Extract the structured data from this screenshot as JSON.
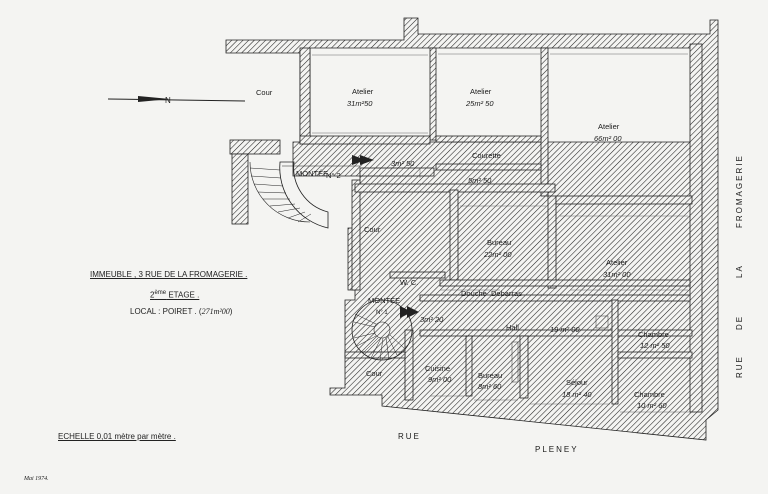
{
  "plan": {
    "north_label": "N",
    "rooms": {
      "cour_top": {
        "name": "Cour"
      },
      "atelier1": {
        "name": "Atelier",
        "area": "31m²50"
      },
      "atelier2": {
        "name": "Atelier",
        "area": "25m² 50"
      },
      "atelier3": {
        "name": "Atelier",
        "area": "66m² 00"
      },
      "courette": {
        "name": "Courette",
        "area": "5m² 50"
      },
      "palier": {
        "area": "3m² 50"
      },
      "montee2": {
        "name": "MONTÉE",
        "num": "N° 2"
      },
      "cour_mid": {
        "name": "Cour"
      },
      "bureau1": {
        "name": "Bureau",
        "area": "22m² 00"
      },
      "atelier4": {
        "name": "Atelier",
        "area": "31m² 00"
      },
      "wc": {
        "name": "W. C."
      },
      "douche": {
        "name": "Douche"
      },
      "debarras": {
        "name": "Debarras"
      },
      "montee1": {
        "name": "MONTÉE",
        "num": "N° 1"
      },
      "entry": {
        "area": "3m² 20"
      },
      "hall": {
        "name": "Hall",
        "area": "19 m² 00"
      },
      "chambre1": {
        "name": "Chambre",
        "area": "12 m² 50"
      },
      "cuisine": {
        "name": "Cuisine",
        "area": "9m² 00"
      },
      "bureau2": {
        "name": "Bureau",
        "area": "8m² 60"
      },
      "sejour": {
        "name": "Séjour",
        "area": "18 m² 40"
      },
      "chambre2": {
        "name": "Chambre",
        "area": "10 m² 60"
      },
      "cour_bottom": {
        "name": "Cour"
      }
    },
    "streets": {
      "fromagerie": [
        "RUE",
        "DE",
        "LA",
        "FROMAGERIE"
      ],
      "pleney": [
        "RUE",
        "PLENEY"
      ]
    }
  },
  "legend": {
    "line1": "IMMEUBLE , 3 RUE DE LA FROMAGERIE .",
    "line2_prefix": "2",
    "line2_sup": "ème",
    "line2_suffix": " ETAGE .",
    "line3_prefix": "LOCAL : POIRET . (",
    "line3_hand": "271m²00",
    "line3_suffix": ")",
    "scale": "ECHELLE  0,01 mètre par mètre ."
  },
  "signature": {
    "text": "Mai 1974."
  }
}
